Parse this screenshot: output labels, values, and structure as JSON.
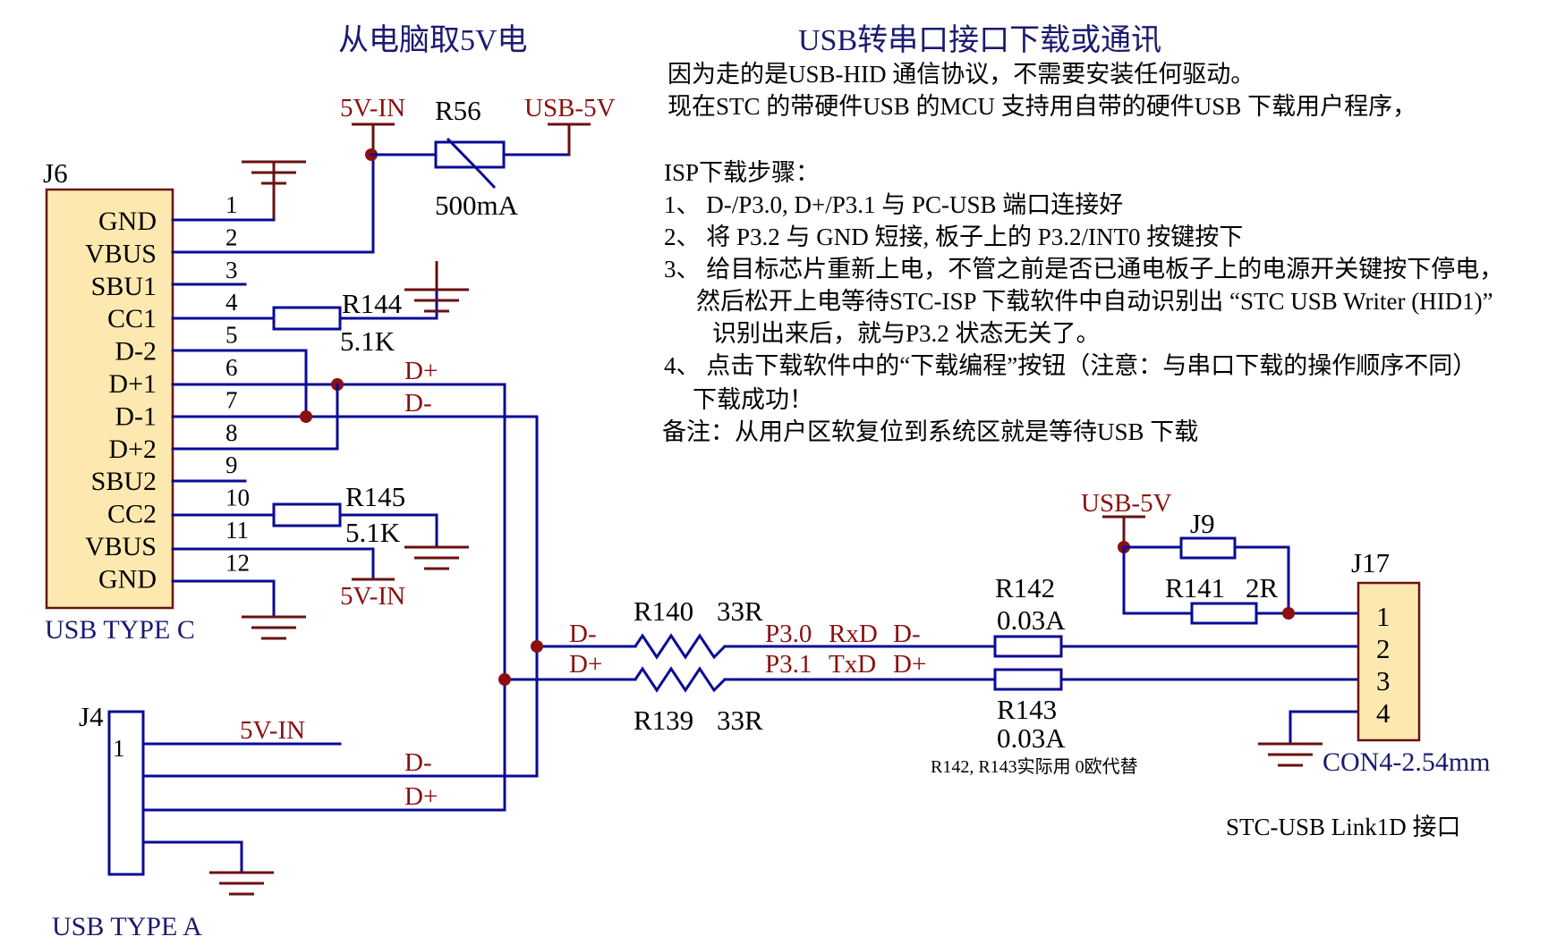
{
  "headings": {
    "left": "从电脑取5V电",
    "right": "USB转串口接口下载或通讯"
  },
  "notes": {
    "intro_1": "因为走的是USB-HID 通信协议，不需要安装任何驱动。",
    "intro_2": "现在STC 的带硬件USB 的MCU 支持用自带的硬件USB 下载用户程序，",
    "isp_title": "ISP下载步骤：",
    "step_1": "1、  D-/P3.0, D+/P3.1 与 PC-USB 端口连接好",
    "step_2": "2、  将 P3.2 与 GND 短接, 板子上的 P3.2/INT0 按键按下",
    "step_3a": "3、  给目标芯片重新上电，不管之前是否已通电板子上的电源开关键按下停电，",
    "step_3b": "然后松开上电等待STC-ISP 下载软件中自动识别出 “STC USB Writer (HID1)”",
    "step_3c": "识别出来后，就与P3.2 状态无关了。",
    "step_4a": "4、  点击下载软件中的“下载编程”按钮（注意：与串口下载的操作顺序不同）",
    "step_4b": "下载成功！",
    "remark": "备注：从用户区软复位到系统区就是等待USB 下载"
  },
  "j6": {
    "ref": "J6",
    "caption": "USB TYPE C",
    "pins": [
      {
        "num": "1",
        "name": "GND"
      },
      {
        "num": "2",
        "name": "VBUS"
      },
      {
        "num": "3",
        "name": "SBU1"
      },
      {
        "num": "4",
        "name": "CC1"
      },
      {
        "num": "5",
        "name": "D-2"
      },
      {
        "num": "6",
        "name": "D+1"
      },
      {
        "num": "7",
        "name": "D-1"
      },
      {
        "num": "8",
        "name": "D+2"
      },
      {
        "num": "9",
        "name": "SBU2"
      },
      {
        "num": "10",
        "name": "CC2"
      },
      {
        "num": "11",
        "name": "VBUS"
      },
      {
        "num": "12",
        "name": "GND"
      }
    ]
  },
  "j4": {
    "ref": "J4",
    "pin1": "1",
    "caption": "USB TYPE A"
  },
  "j17": {
    "ref": "J17",
    "pins": [
      "1",
      "2",
      "3",
      "4"
    ],
    "caption": "CON4-2.54mm",
    "interface_label": "STC-USB Link1D 接口"
  },
  "components": {
    "r56": {
      "ref": "R56",
      "value": "500mA"
    },
    "r144": {
      "ref": "R144",
      "value": "5.1K"
    },
    "r145": {
      "ref": "R145",
      "value": "5.1K"
    },
    "r140": {
      "ref": "R140",
      "value": "33R"
    },
    "r139": {
      "ref": "R139",
      "value": "33R"
    },
    "r142": {
      "ref": "R142",
      "value": "0.03A"
    },
    "r143": {
      "ref": "R143",
      "value": "0.03A"
    },
    "r141": {
      "ref": "R141",
      "value": "2R"
    },
    "j9": {
      "ref": "J9"
    },
    "fuse_note": "R142, R143实际用 0欧代替"
  },
  "nets": {
    "v5in_top": "5V-IN",
    "usb5v_top": "USB-5V",
    "v5in_mid": "5V-IN",
    "v5in_j4": "5V-IN",
    "usb5v_right": "USB-5V",
    "dp_c": "D+",
    "dm_c": "D-",
    "dm_a": "D-",
    "dp_a": "D+",
    "dm_bus": "D-",
    "dp_bus": "D+",
    "p30": "P3.0",
    "rxd": "RxD",
    "dm_out": "D-",
    "p31": "P3.1",
    "txd": "TxD",
    "dp_out": "D+"
  },
  "colors": {
    "wire": "#0a0a96",
    "power": "#6a1010",
    "net_label": "#8b1010",
    "connector_fill": "#fde9b0"
  }
}
